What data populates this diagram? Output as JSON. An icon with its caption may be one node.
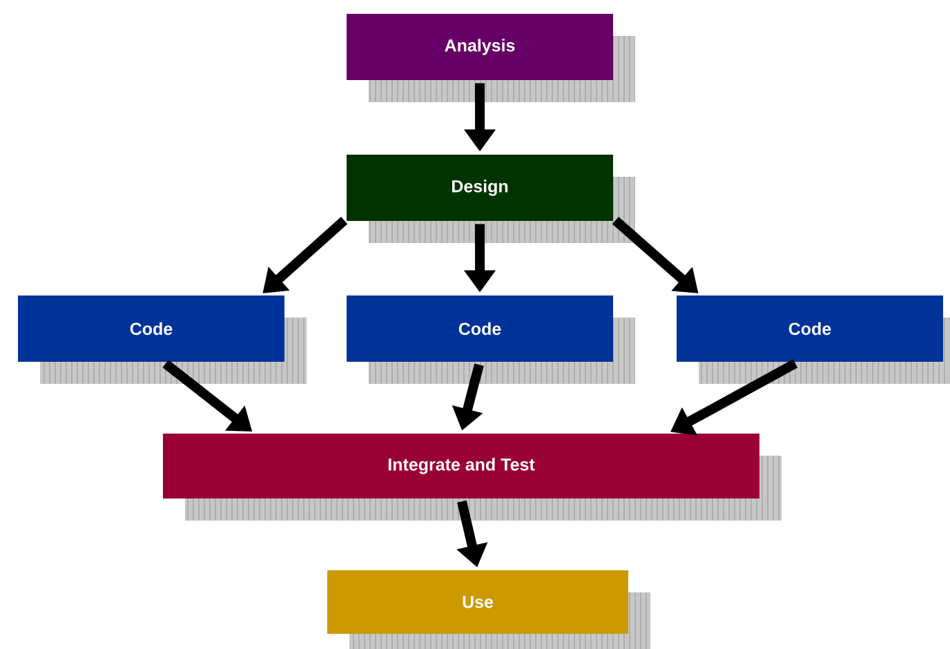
{
  "diagram": {
    "nodes": [
      {
        "text": [
          "Analysis"
        ]
      },
      {
        "text": [
          "Design"
        ]
      },
      {
        "text": [
          "Code"
        ]
      },
      {
        "text": [
          "Code"
        ]
      },
      {
        "text": [
          "Code"
        ]
      },
      {
        "text": [
          "Integrate and Test"
        ]
      },
      {
        "text": [
          "Use"
        ]
      }
    ],
    "edges": [
      {
        "from": 0,
        "to": 1,
        "arrow": "to"
      },
      {
        "from": 1,
        "to": 2,
        "arrow": "to"
      },
      {
        "from": 1,
        "to": 3,
        "arrow": "to"
      },
      {
        "from": 1,
        "to": 4,
        "arrow": "to"
      },
      {
        "from": 2,
        "to": 5,
        "arrow": "to"
      },
      {
        "from": 3,
        "to": 5,
        "arrow": "to"
      },
      {
        "from": 4,
        "to": 5,
        "arrow": "to"
      },
      {
        "from": 5,
        "to": 6,
        "arrow": "to"
      }
    ]
  }
}
